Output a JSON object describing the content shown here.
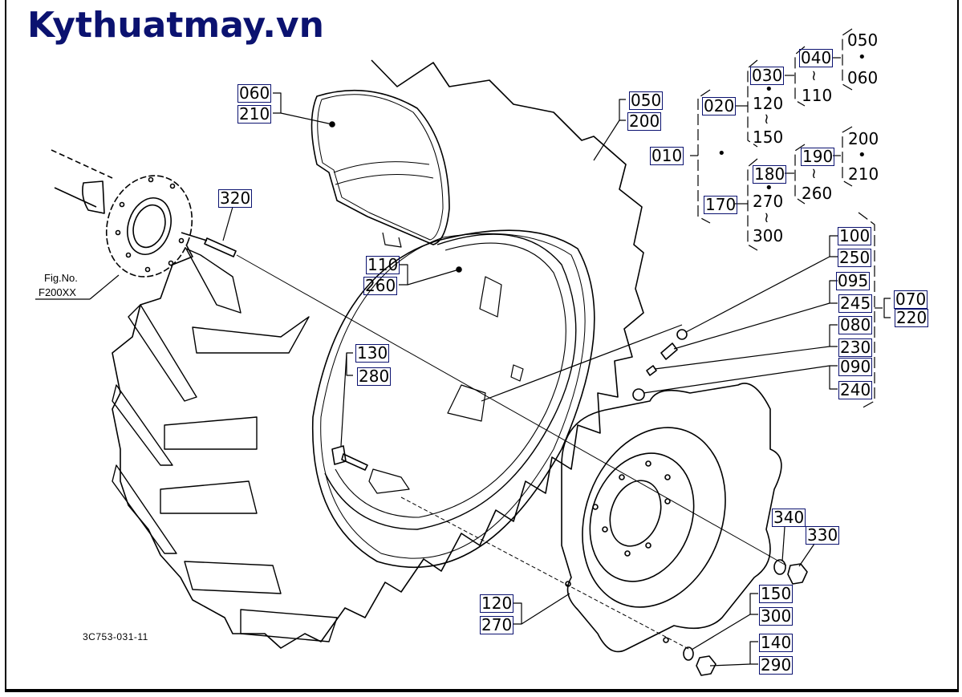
{
  "brand": {
    "text": "Kythuatmay.vn",
    "color": "#0b1270"
  },
  "figure": {
    "fig_label": "Fig.No.",
    "fig_number": "F200XX",
    "drawing_code": "3C753-031-11"
  },
  "callouts": {
    "c060": "060",
    "c210": "210",
    "c050": "050",
    "c200": "200",
    "c320": "320",
    "c110": "110",
    "c260": "260",
    "c130": "130",
    "c280": "280",
    "c120": "120",
    "c270": "270",
    "c340": "340",
    "c330": "330",
    "c150": "150",
    "c300": "300",
    "c140": "140",
    "c290": "290",
    "c100": "100",
    "c250": "250",
    "c095": "095",
    "c245": "245",
    "c080": "080",
    "c230": "230",
    "c090": "090",
    "c240": "240",
    "c070": "070",
    "c220": "220"
  },
  "assembly_tree": {
    "root": "010",
    "branch_a": {
      "label": "020",
      "sub_label": "030",
      "range_from": "120",
      "range_to": "150",
      "sub": {
        "label": "040",
        "range_to": "110",
        "alt_from": "050",
        "alt_to": "060"
      }
    },
    "branch_b": {
      "label": "170",
      "sub_label": "180",
      "range_from": "270",
      "range_to": "300",
      "sub": {
        "label": "190",
        "range_to": "260",
        "alt_from": "200",
        "alt_to": "210"
      }
    },
    "dot": "•",
    "tilde": "≀"
  },
  "colors": {
    "callout_border": "#0b1270",
    "line": "#000000",
    "background": "#ffffff"
  }
}
